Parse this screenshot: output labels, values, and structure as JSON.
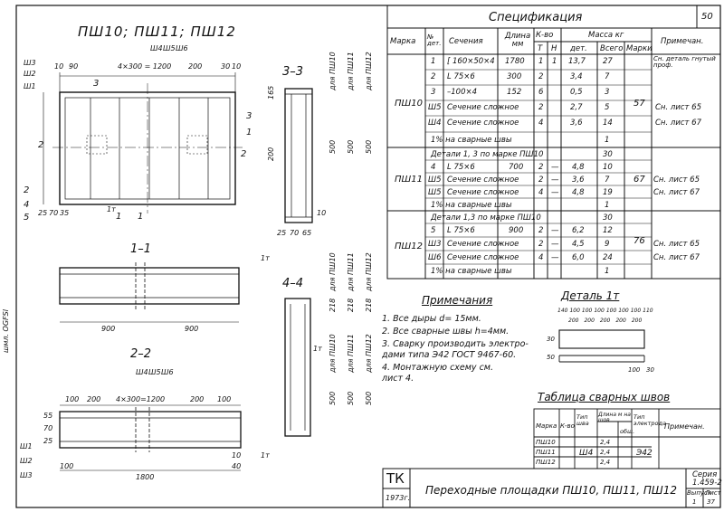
{
  "header": {
    "title": "ПШ10; ПШ11; ПШ12",
    "sheet_no": "50"
  },
  "views": {
    "main_labels": [
      "Ш3",
      "Ш2",
      "Ш1",
      "Ш4",
      "Ш5",
      "Ш6"
    ],
    "main_dims_top": [
      "10",
      "90",
      "4×300 = 1200",
      "200",
      "30",
      "10"
    ],
    "main_section_labels": [
      "2",
      "2",
      "1",
      "1"
    ],
    "section_11": "1–1",
    "section_22": "2–2",
    "section_33": "3–3",
    "section_44": "4–4",
    "dim_900_a": "900",
    "dim_900_b": "900",
    "dim_1800": "1800",
    "dims_22_top": [
      "100",
      "200",
      "4×300=1200",
      "200",
      "100"
    ],
    "dim_100_left": "100",
    "dim_40": "40",
    "dim_10": "10",
    "callouts": [
      "3",
      "4",
      "5",
      "3",
      "1",
      "2",
      "1т",
      "1т",
      "1т",
      "1т"
    ],
    "side_labels_33": [
      "для ПШ10",
      "для ПШ11",
      "для ПШ12"
    ],
    "side_dims_33": [
      "500",
      "500",
      "500"
    ],
    "side_labels_11": [
      "для ПШ10",
      "для ПШ11",
      "для ПШ12"
    ],
    "side_dims_11": [
      "218",
      "218",
      "218"
    ],
    "side_labels_44": [
      "для ПШ10",
      "для ПШ11",
      "для ПШ12"
    ],
    "side_dims_44": [
      "500",
      "500",
      "500"
    ],
    "dims_33_bottom": [
      "25",
      "70",
      "65"
    ],
    "left_dims": [
      "25",
      "70",
      "35"
    ],
    "left_dims_22": [
      "55",
      "70",
      "25"
    ],
    "dims_33_right": [
      "165",
      "200",
      "10"
    ],
    "welds_22": [
      "Ш4",
      "Ш5",
      "Ш6",
      "Ш1",
      "Ш2",
      "Ш3"
    ]
  },
  "spec": {
    "title": "Спецификация",
    "headers": {
      "mark": "Марка",
      "det_no": "№ дет.",
      "section": "Сечения",
      "length": "Длина мм",
      "qty": "К-во",
      "qty_t": "Т",
      "qty_n": "Н",
      "mass": "Масса кг",
      "mass_det": "дет.",
      "mass_total": "Всего",
      "mass_mark": "Марки",
      "note": "Примечан."
    },
    "groups": [
      {
        "mark": "ПШ10",
        "mark_mass": "57",
        "rows": [
          {
            "no": "1",
            "section": "[ 160×50×4",
            "length": "1780",
            "t": "1",
            "n": "1",
            "det": "13,7",
            "total": "27",
            "note": "Сн. деталь гнутый проф."
          },
          {
            "no": "2",
            "section": "L 75×6",
            "length": "300",
            "t": "2",
            "n": "",
            "det": "3,4",
            "total": "7",
            "note": ""
          },
          {
            "no": "3",
            "section": "–100×4",
            "length": "152",
            "t": "6",
            "n": "",
            "det": "0,5",
            "total": "3",
            "note": ""
          },
          {
            "no": "Ш5",
            "section": "Сечение сложное",
            "length": "",
            "t": "2",
            "n": "",
            "det": "2,7",
            "total": "5",
            "note": "Сн. лист 65"
          },
          {
            "no": "Ш4",
            "section": "Сечение сложное",
            "length": "",
            "t": "4",
            "n": "",
            "det": "3,6",
            "total": "14",
            "note": "Сн. лист 67"
          },
          {
            "no": "",
            "section": "1% на сварные швы",
            "length": "",
            "t": "",
            "n": "",
            "det": "",
            "total": "1",
            "note": ""
          }
        ]
      },
      {
        "mark": "ПШ11",
        "mark_mass": "67",
        "rows": [
          {
            "no": "",
            "section": "Детали 1, 3 по марке ПШ10",
            "length": "",
            "t": "",
            "n": "",
            "det": "",
            "total": "30",
            "note": ""
          },
          {
            "no": "4",
            "section": "L 75×6",
            "length": "700",
            "t": "2",
            "n": "—",
            "det": "4,8",
            "total": "10",
            "note": ""
          },
          {
            "no": "Ш5",
            "section": "Сечение сложное",
            "length": "",
            "t": "2",
            "n": "—",
            "det": "3,6",
            "total": "7",
            "note": "Сн. лист 65"
          },
          {
            "no": "Ш5",
            "section": "Сечение сложное",
            "length": "",
            "t": "4",
            "n": "—",
            "det": "4,8",
            "total": "19",
            "note": "Сн. лист 67"
          },
          {
            "no": "",
            "section": "1% на сварные швы",
            "length": "",
            "t": "",
            "n": "",
            "det": "",
            "total": "1",
            "note": ""
          }
        ]
      },
      {
        "mark": "ПШ12",
        "mark_mass": "76",
        "rows": [
          {
            "no": "",
            "section": "Детали 1,3 по марке ПШ10",
            "length": "",
            "t": "",
            "n": "",
            "det": "",
            "total": "30",
            "note": ""
          },
          {
            "no": "5",
            "section": "L 75×6",
            "length": "900",
            "t": "2",
            "n": "—",
            "det": "6,2",
            "total": "12",
            "note": ""
          },
          {
            "no": "Ш3",
            "section": "Сечение сложное",
            "length": "",
            "t": "2",
            "n": "—",
            "det": "4,5",
            "total": "9",
            "note": "Сн. лист 65"
          },
          {
            "no": "Ш6",
            "section": "Сечение сложное",
            "length": "",
            "t": "4",
            "n": "—",
            "det": "6,0",
            "total": "24",
            "note": "Сн. лист 67"
          },
          {
            "no": "",
            "section": "1% на сварные швы",
            "length": "",
            "t": "",
            "n": "",
            "det": "",
            "total": "1",
            "note": ""
          }
        ]
      }
    ]
  },
  "notes": {
    "title": "Примечания",
    "items": [
      "1. Все дыры d= 15мм.",
      "2. Все сварные швы h=4мм.",
      "3. Сварку производить электро-",
      "    дами типа Э42 ГОСТ 9467-60.",
      "4. Монтажную схему см.",
      "    лист 4."
    ]
  },
  "detail": {
    "title": "Деталь 1т",
    "dims_top": [
      "140",
      "100",
      "100",
      "100",
      "100",
      "100",
      "100",
      "110"
    ],
    "dims_bottom": [
      "200",
      "200",
      "200",
      "200",
      "200"
    ],
    "dim_left": "30",
    "dim_left2": "50",
    "dim_right": "100",
    "dim_right2": "30"
  },
  "weld_table": {
    "title": "Таблица сварных швов",
    "headers": [
      "Марка",
      "К-во",
      "Тип шва",
      "Длина м на шов",
      "общ.",
      "Тип электрода",
      "Примечан."
    ],
    "rows": [
      {
        "mark": "ПШ10",
        "len": "2,4"
      },
      {
        "mark": "ПШ11",
        "len": "2,4"
      },
      {
        "mark": "ПШ12",
        "len": "2,4"
      }
    ],
    "weld_type": "Ш4",
    "electrode": "Э42"
  },
  "title_block": {
    "org": "ТК",
    "year": "1973г.",
    "name": "Переходные площадки ПШ10, ПШ11, ПШ12",
    "series_label": "Серия",
    "series": "1.459-2",
    "issue_label": "Выпуск",
    "issue": "1",
    "sheet_label": "Лист",
    "sheet": "37"
  },
  "margin_text": "шмл. OGFSI"
}
